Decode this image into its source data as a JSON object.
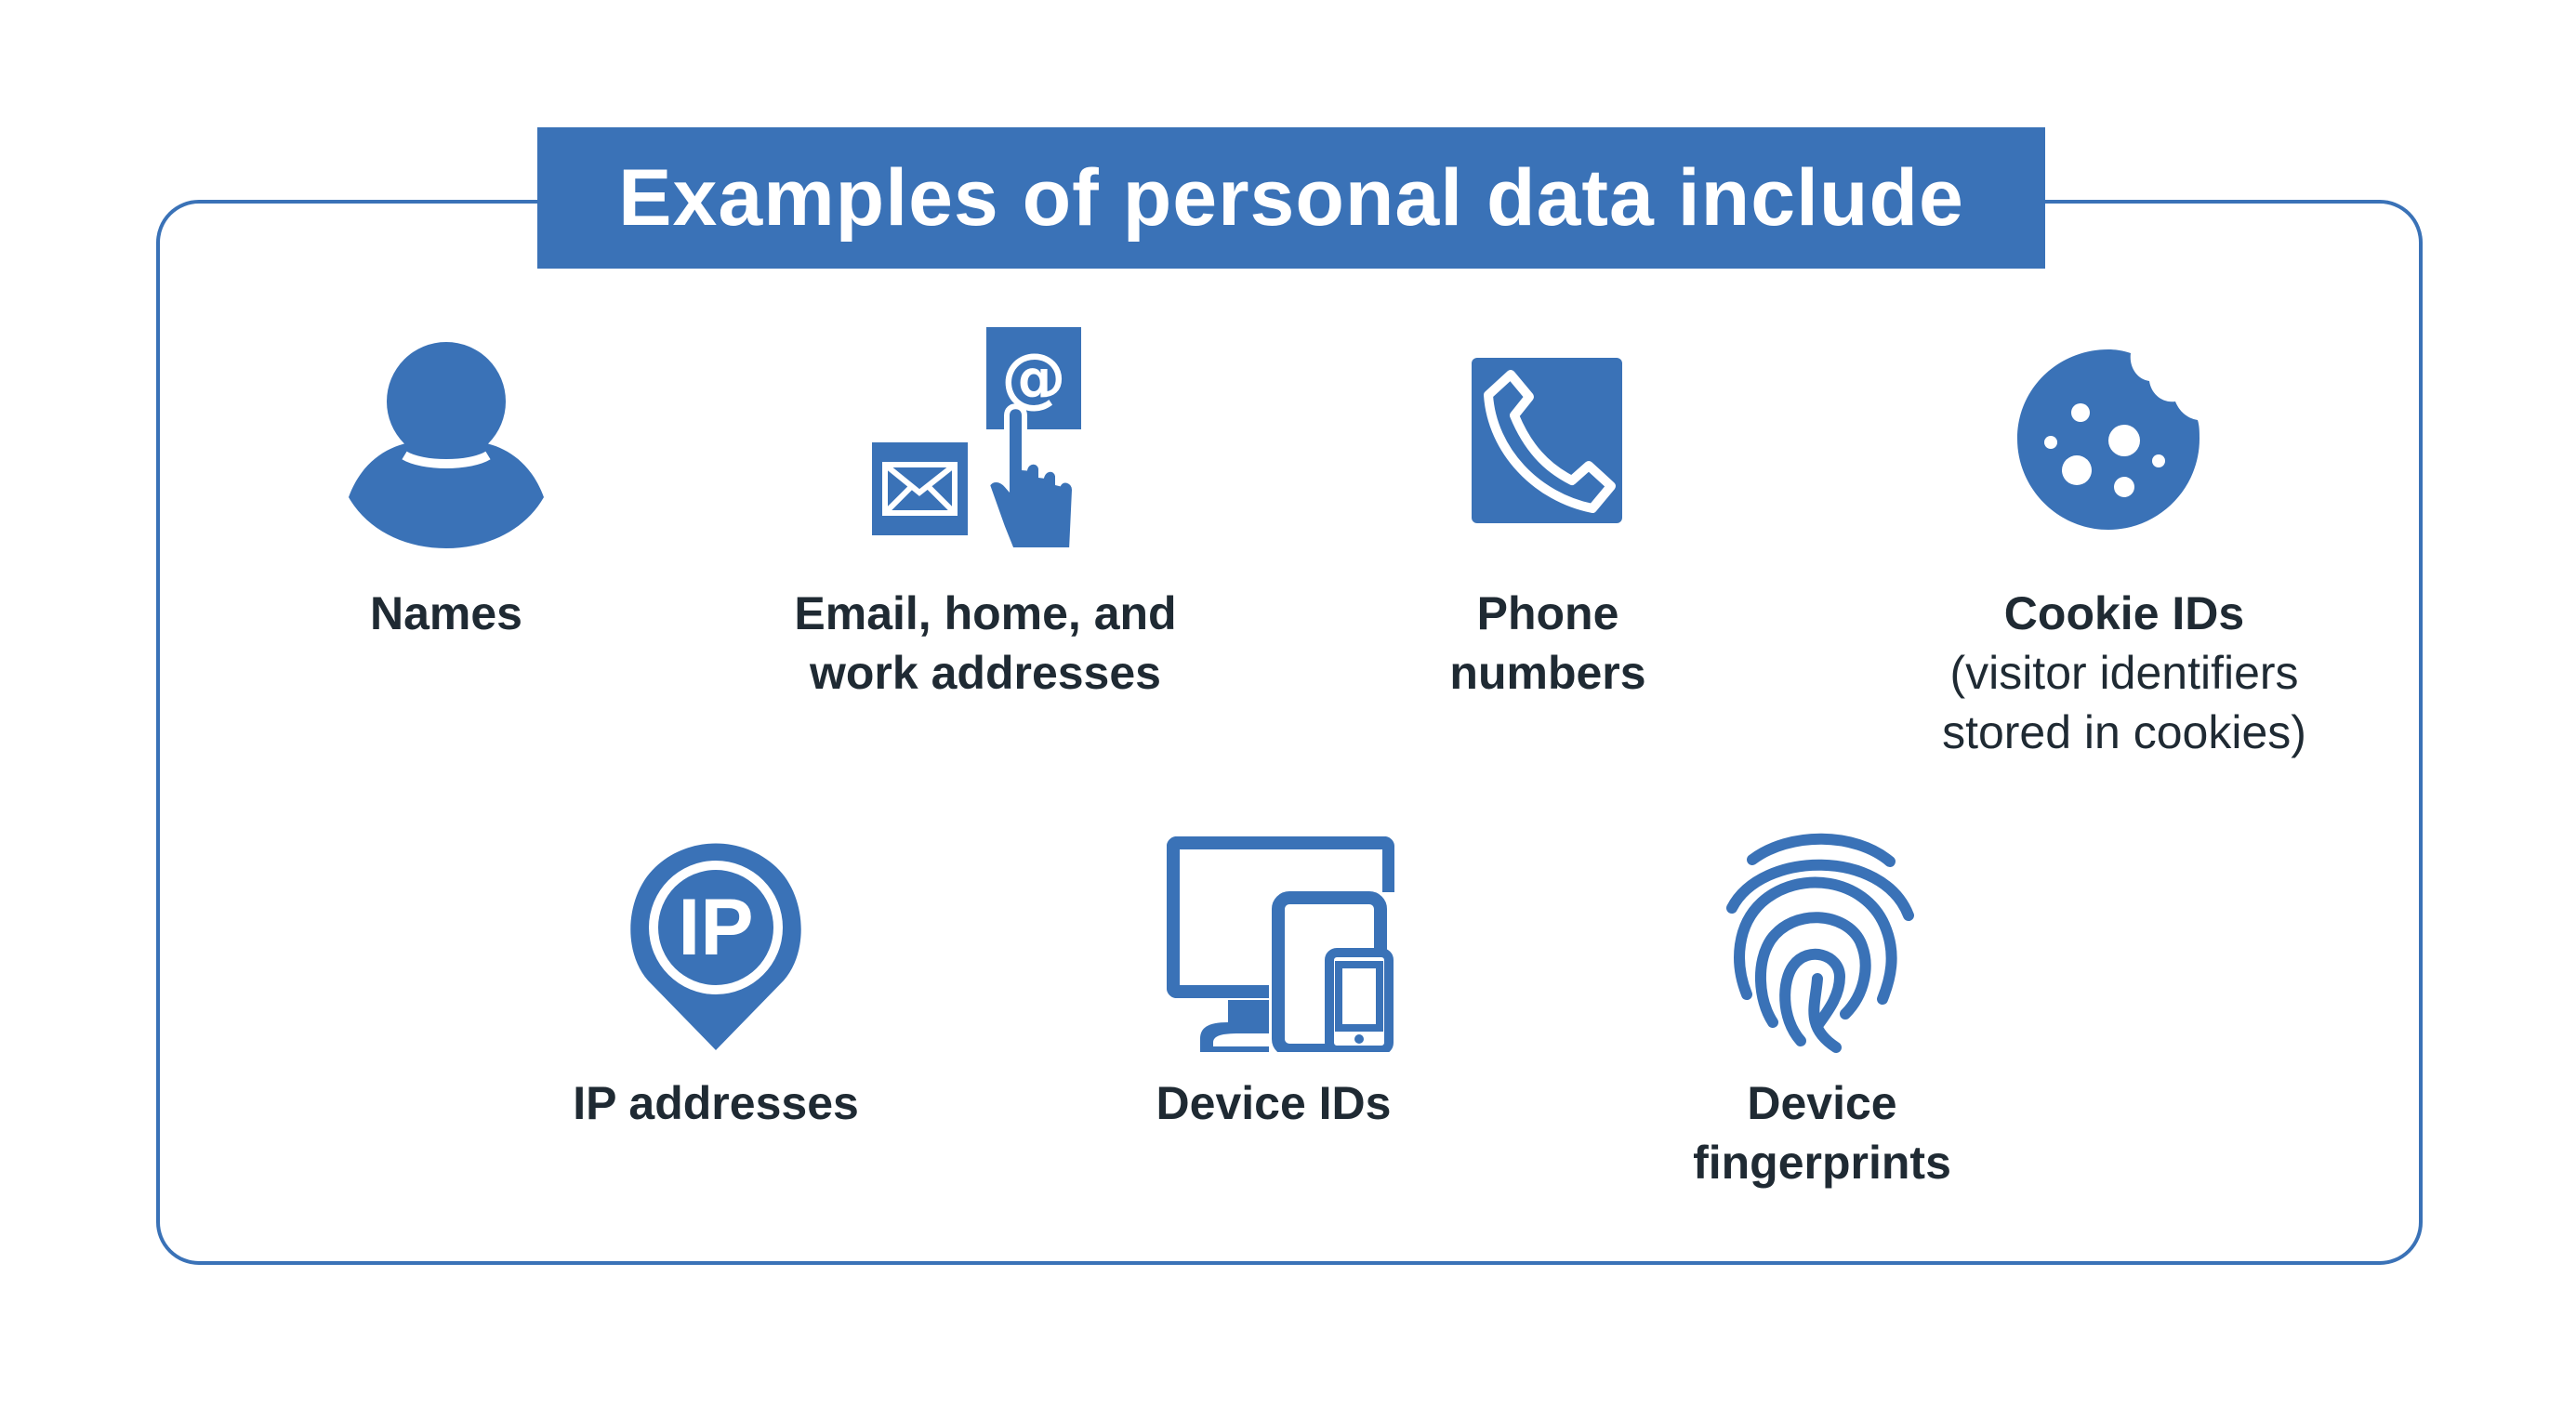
{
  "title": "Examples of personal data include",
  "colors": {
    "accent": "#3a72b7",
    "text": "#1f2a33",
    "background": "#ffffff"
  },
  "items": [
    {
      "icon": "person-icon",
      "title_lines": [
        "Names"
      ],
      "sub_lines": []
    },
    {
      "icon": "email-address-icon",
      "title_lines": [
        "Email, home, and",
        "work addresses"
      ],
      "sub_lines": []
    },
    {
      "icon": "phone-icon",
      "title_lines": [
        "Phone",
        "numbers"
      ],
      "sub_lines": []
    },
    {
      "icon": "cookie-icon",
      "title_lines": [
        "Cookie IDs"
      ],
      "sub_lines": [
        "(visitor identifiers",
        "stored in cookies)"
      ]
    },
    {
      "icon": "ip-location-pin-icon",
      "title_lines": [
        "IP addresses"
      ],
      "sub_lines": [],
      "icon_text": "IP"
    },
    {
      "icon": "devices-icon",
      "title_lines": [
        "Device IDs"
      ],
      "sub_lines": []
    },
    {
      "icon": "fingerprint-icon",
      "title_lines": [
        "Device",
        "fingerprints"
      ],
      "sub_lines": []
    }
  ]
}
